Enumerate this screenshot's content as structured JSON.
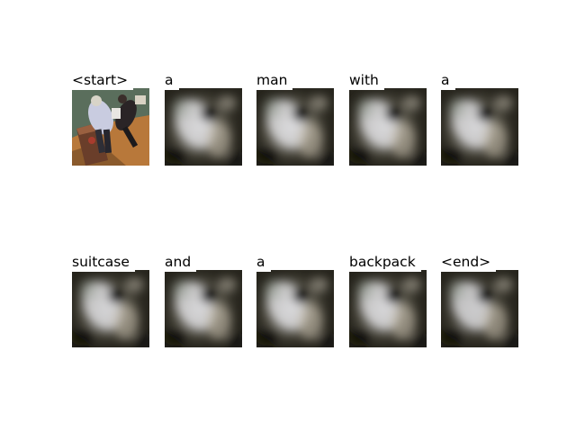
{
  "caption_tokens": [
    {
      "word": "<start>",
      "frame": "original"
    },
    {
      "word": "a",
      "frame": "attention"
    },
    {
      "word": "man",
      "frame": "attention"
    },
    {
      "word": "with",
      "frame": "attention"
    },
    {
      "word": "a",
      "frame": "attention"
    },
    {
      "word": "suitcase",
      "frame": "attention"
    },
    {
      "word": "and",
      "frame": "attention"
    },
    {
      "word": "a",
      "frame": "attention"
    },
    {
      "word": "backpack",
      "frame": "attention"
    },
    {
      "word": "<end>",
      "frame": "attention"
    }
  ]
}
